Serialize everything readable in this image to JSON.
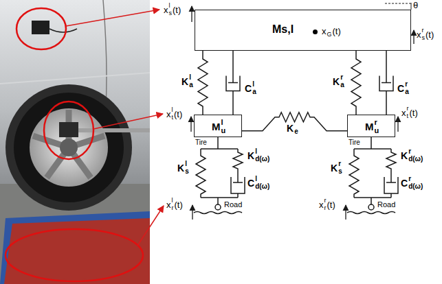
{
  "diagram": {
    "nodes": [
      {
        "text": [
          "Ms,I",
          "x",
          "G",
          "(t)"
        ]
      },
      {
        "text": [
          "M",
          "u",
          "l"
        ]
      },
      {
        "text": [
          "M",
          "u",
          "r"
        ]
      }
    ],
    "edges": [
      {
        "from": 0,
        "to": 1,
        "arrow": "none"
      },
      {
        "from": 0,
        "to": 2,
        "arrow": "none"
      },
      {
        "from": 1,
        "to": 2,
        "arrow": "none"
      }
    ],
    "labels": [
      "x",
      "l",
      "s",
      "(t)",
      "θ",
      "x",
      "r",
      "s",
      "(t)",
      "K",
      "l",
      "a",
      "C",
      "l",
      "a",
      "K",
      "r",
      "a",
      "C",
      "r",
      "a",
      "x",
      "l",
      "t",
      "(t)",
      "x",
      "r",
      "t",
      "(t)",
      "Tire",
      "Tire",
      "K",
      "l",
      "s",
      "K",
      "l",
      "d(ω)",
      "K",
      "r",
      "s",
      "K",
      "r",
      "d(ω)",
      "C",
      "l",
      "d(ω)",
      "C",
      "r",
      "d(ω)",
      "x",
      "l",
      "r",
      "(t)",
      "x",
      "r",
      "r",
      "(t)",
      "Road",
      "Road",
      "K",
      "e"
    ]
  }
}
